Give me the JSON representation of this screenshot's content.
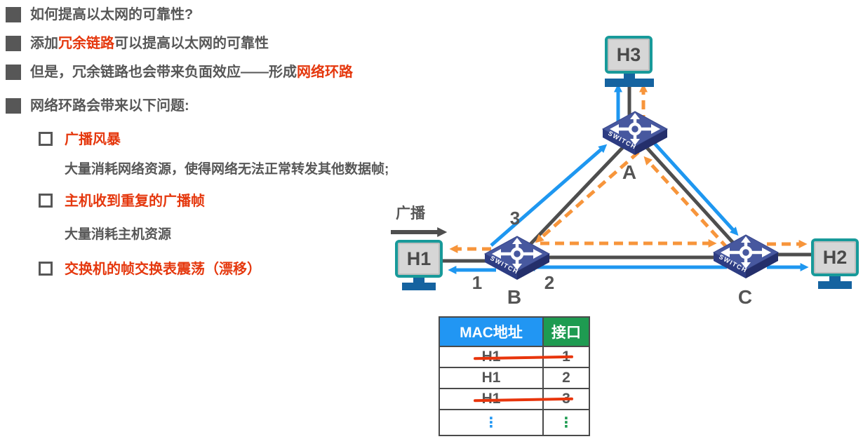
{
  "colors": {
    "red": "#E5380E",
    "text_gray": "#575757",
    "arrow_blue": "#1E97F0",
    "arrow_orange": "#F7953B",
    "wire_gray": "#4E4E4E",
    "header_blue": "#2196F3",
    "header_green": "#1E9B51",
    "host_teal": "#189A9A",
    "stand_blue": "#1563A0"
  },
  "bullets": [
    {
      "segments": [
        {
          "text": "如何提高以太网的可靠性?",
          "color": "gray"
        }
      ]
    },
    {
      "segments": [
        {
          "text": "添加",
          "color": "gray"
        },
        {
          "text": "冗余链路",
          "color": "red"
        },
        {
          "text": "可以提高以太网的可靠性",
          "color": "gray"
        }
      ]
    },
    {
      "segments": [
        {
          "text": "但是，冗余链路也会带来负面效应——形成",
          "color": "gray"
        },
        {
          "text": "网络环路",
          "color": "red"
        }
      ]
    },
    {
      "segments": [
        {
          "text": "网络环路会带来以下问题:",
          "color": "gray"
        }
      ]
    }
  ],
  "problems": [
    {
      "title": "广播风暴",
      "desc": "大量消耗网络资源，使得网络无法正常转发其他数据帧;"
    },
    {
      "title": "主机收到重复的广播帧",
      "desc": "大量消耗主机资源"
    },
    {
      "title": "交换机的帧交换表震荡（漂移）",
      "desc": ""
    }
  ],
  "diagram": {
    "broadcast_label": "广播",
    "switch_text": "SWITCH",
    "hosts": {
      "h1": {
        "label": "H1"
      },
      "h2": {
        "label": "H2"
      },
      "h3": {
        "label": "H3"
      }
    },
    "switches": {
      "a": {
        "label": "A"
      },
      "b": {
        "label": "B"
      },
      "c": {
        "label": "C"
      }
    },
    "ports": {
      "p1": "1",
      "p2": "2",
      "p3": "3"
    }
  },
  "table": {
    "headers": [
      "MAC地址",
      "接口"
    ],
    "rows": [
      {
        "mac": "H1",
        "port": "1",
        "struck": true,
        "dots": false
      },
      {
        "mac": "H1",
        "port": "2",
        "struck": false,
        "dots": false
      },
      {
        "mac": "H1",
        "port": "3",
        "struck": true,
        "dots": false
      },
      {
        "mac": "⋮",
        "port": "⋮",
        "struck": false,
        "dots": true
      }
    ]
  }
}
